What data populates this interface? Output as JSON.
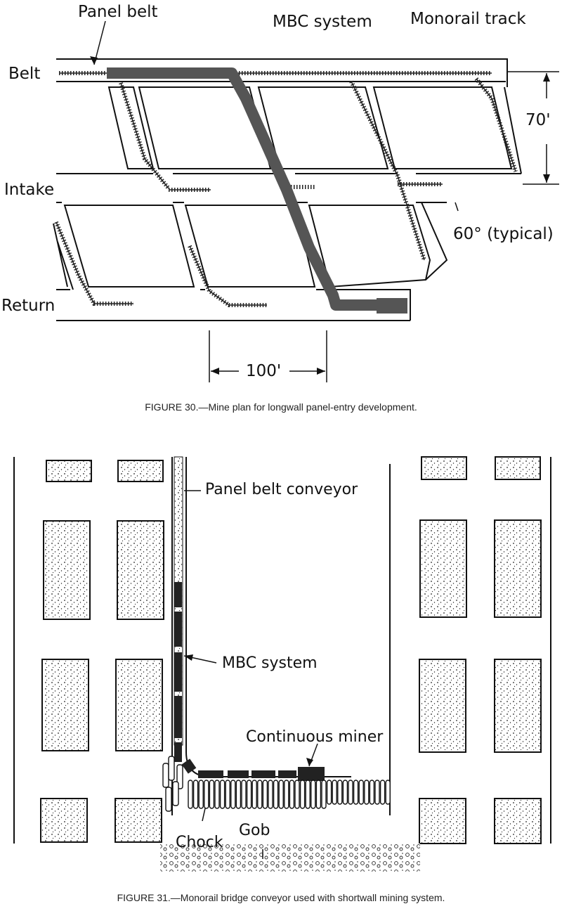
{
  "figure30": {
    "labels": {
      "panel_belt": "Panel belt",
      "mbc_system": "MBC system",
      "monorail_track": "Monorail track",
      "belt": "Belt",
      "intake": "Intake",
      "return": "Return",
      "dim_70": "70'",
      "angle": "60° (typical)",
      "dim_100": "100'"
    },
    "caption": "FIGURE 30.—Mine plan for longwall panel-entry development."
  },
  "figure31": {
    "labels": {
      "panel_belt_conveyor": "Panel belt conveyor",
      "mbc_system": "MBC system",
      "continuous_miner": "Continuous miner",
      "chock": "Chock",
      "gob": "Gob"
    },
    "caption": "FIGURE 31.—Monorail bridge conveyor used with shortwall mining system."
  },
  "colors": {
    "mbc": "#555555",
    "line": "#111111",
    "pillar_fill": "#f2f2f2"
  }
}
